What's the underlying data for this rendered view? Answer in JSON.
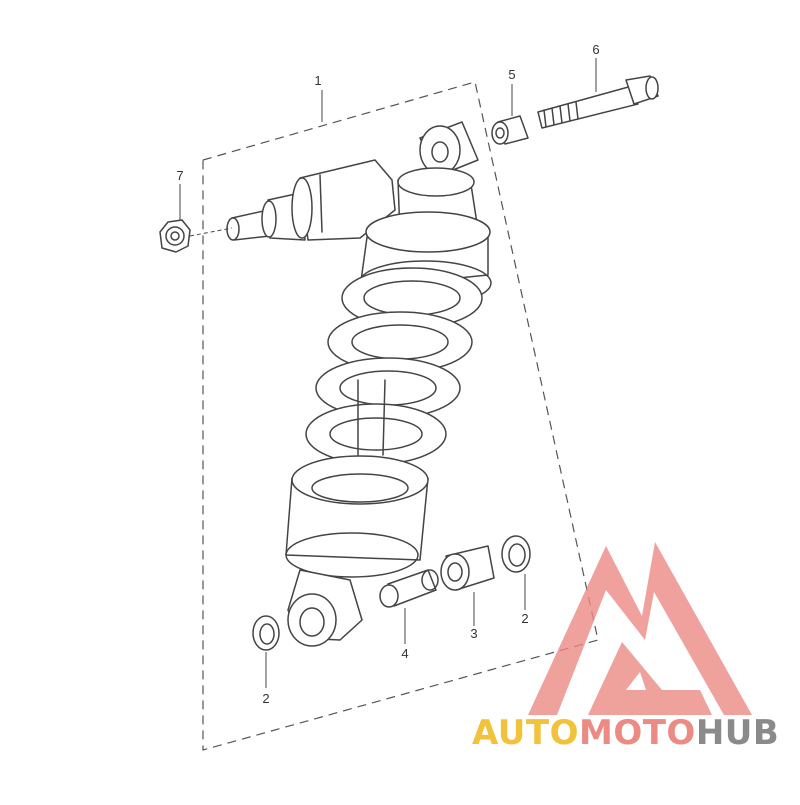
{
  "diagram": {
    "callouts": {
      "c1": "1",
      "c2a": "2",
      "c2b": "2",
      "c3": "3",
      "c4": "4",
      "c5": "5",
      "c6": "6",
      "c7": "7"
    }
  },
  "watermark": {
    "part1": "AUTO",
    "part2": "MOTO",
    "part3": "HUB",
    "colors": {
      "auto": "#f2c23a",
      "moto": "#ec8a84",
      "hub": "#8a8a8a",
      "logo": "#ec8a84"
    }
  }
}
